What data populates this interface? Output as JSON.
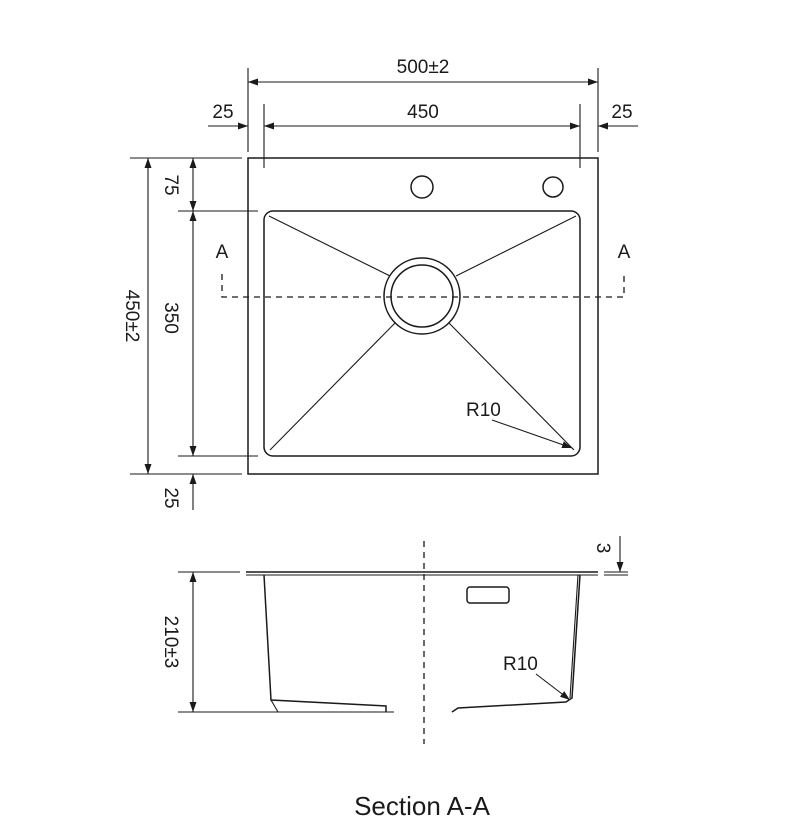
{
  "plan": {
    "dim_overall_width": "500±2",
    "dim_bowl_width": "450",
    "dim_flange_left": "25",
    "dim_flange_right": "25",
    "dim_overall_depth": "450±2",
    "dim_top_margin": "75",
    "dim_bowl_depth": "350",
    "dim_bottom_margin": "25",
    "section_mark_left": "A",
    "section_mark_right": "A",
    "corner_radius": "R10"
  },
  "section": {
    "dim_height": "210±3",
    "dim_thickness": "3",
    "corner_radius": "R10",
    "caption": "Section A-A"
  }
}
